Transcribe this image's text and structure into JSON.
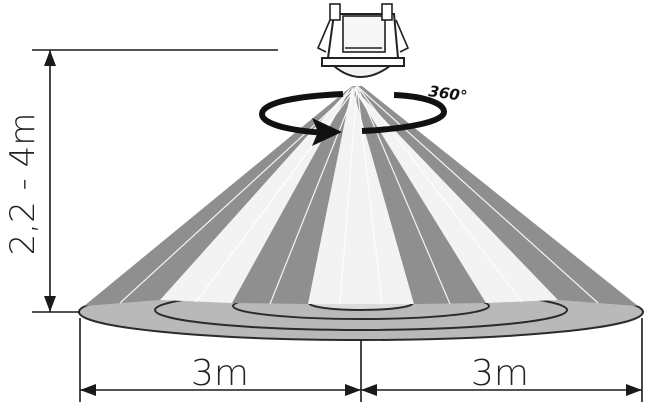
{
  "height_label": "2,2 - 4m",
  "rotation_label": "360°",
  "left_width_label": "3m",
  "right_width_label": "3m",
  "colors": {
    "cone_dark": "#8f8f8f",
    "cone_light": "#f3f3f3",
    "ring_fill": "#b9b9b9",
    "ring_stroke": "#2b2b2b",
    "line": "#1a1a1a"
  }
}
